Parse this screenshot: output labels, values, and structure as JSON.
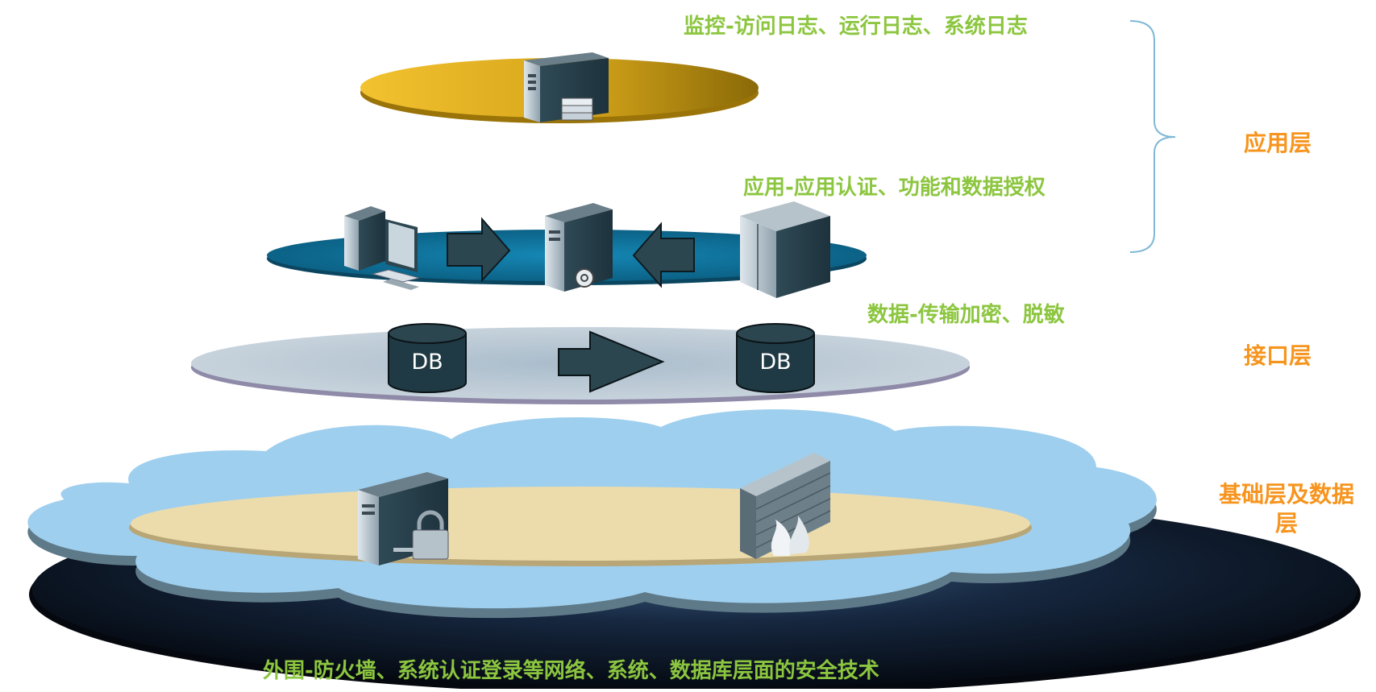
{
  "colors": {
    "caption_green": "#8cc63f",
    "label_orange": "#f7941d",
    "gold_disc": "#c9970a",
    "blue_disc": "#0f6e96",
    "grey_disc": "#c2cdd6",
    "cloud": "#9fcfee",
    "sand": "#ecdcac",
    "dark_base": "#0c1422",
    "icon_dark": "#2c4650"
  },
  "captions": {
    "monitoring": "监控-访问日志、运行日志、系统日志",
    "application": "应用-应用认证、功能和数据授权",
    "data": "数据-传输加密、脱敏",
    "perimeter": "外围-防火墙、系统认证登录等网络、系统、数据库层面的安全技术"
  },
  "layers": {
    "application": "应用层",
    "interface": "接口层",
    "foundation": "基础层及数据层"
  },
  "db_labels": [
    "DB",
    "DB"
  ],
  "icons": {
    "monitor_server": "server-with-storage-icon",
    "workstation": "desktop-workstation-icon",
    "app_server": "web-server-icon",
    "mainframe": "mainframe-server-icon",
    "database": "database-icon",
    "secure_server": "locked-server-icon",
    "firewall": "firewall-icon"
  }
}
